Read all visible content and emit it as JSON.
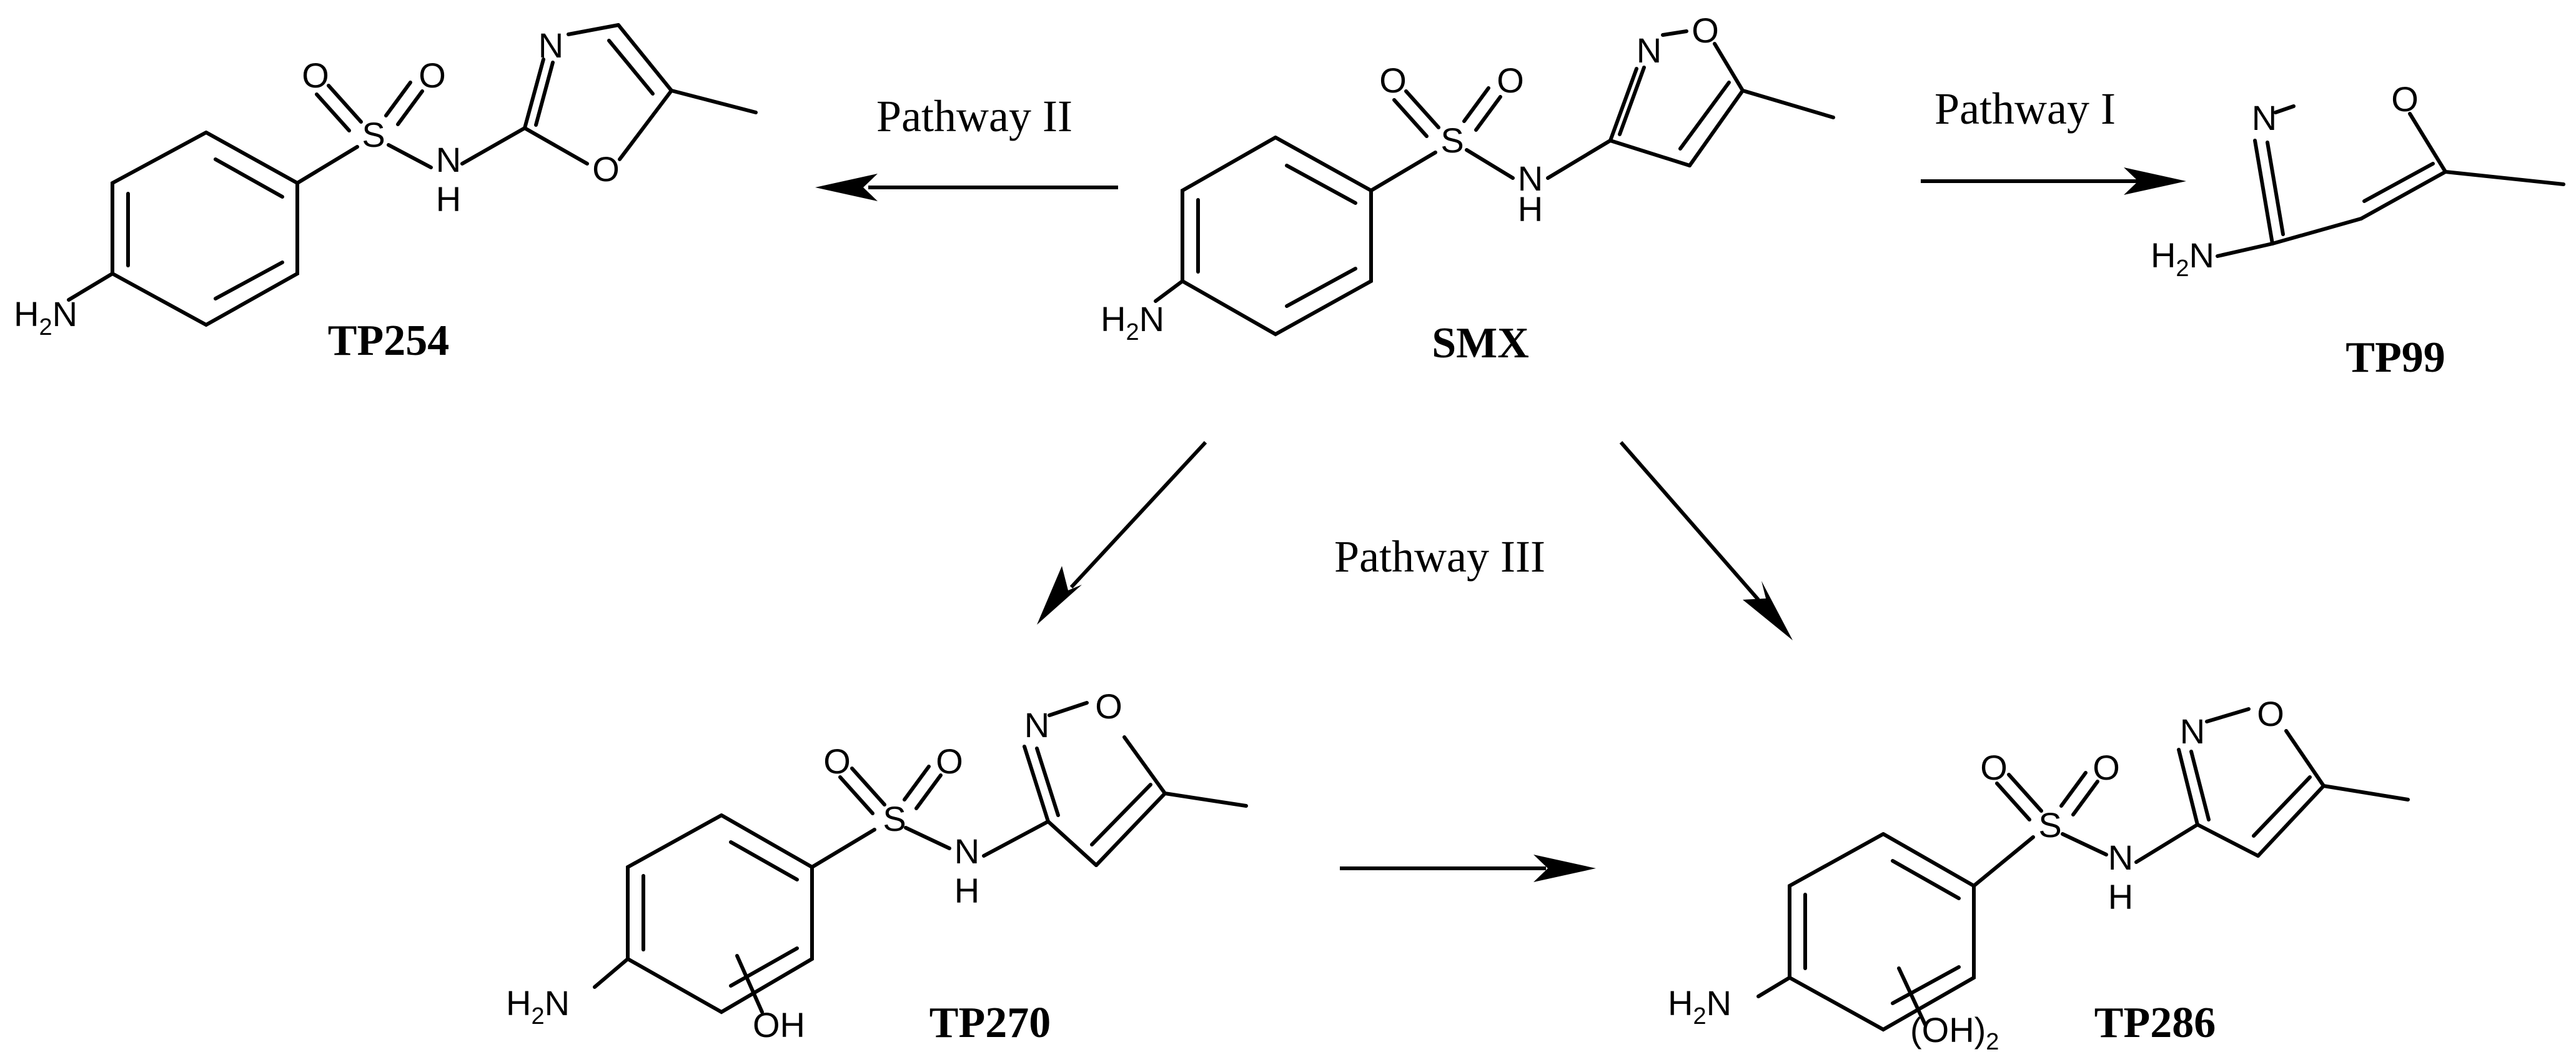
{
  "figure": {
    "compounds": {
      "smx": {
        "name": "SMX",
        "n_label": "N",
        "o_label": "O",
        "nh_n": "N",
        "nh_h": "H",
        "s_label": "S",
        "o1_label": "O",
        "o2_label": "O",
        "h2n_h": "H",
        "h2n_sub": "2",
        "h2n_n": "N"
      },
      "tp254": {
        "name": "TP254",
        "n_label": "N",
        "o_label": "O",
        "nh_n": "N",
        "nh_h": "H",
        "s_label": "S",
        "o1_label": "O",
        "o2_label": "O",
        "h2n_h": "H",
        "h2n_sub": "2",
        "h2n_n": "N"
      },
      "tp99": {
        "name": "TP99",
        "n_label": "N",
        "o_label": "O",
        "h2n_h": "H",
        "h2n_sub": "2",
        "h2n_n": "N"
      },
      "tp270": {
        "name": "TP270",
        "n_label": "N",
        "o_label": "O",
        "nh_n": "N",
        "nh_h": "H",
        "s_label": "S",
        "o1_label": "O",
        "o2_label": "O",
        "h2n_h": "H",
        "h2n_sub": "2",
        "h2n_n": "N",
        "oh_label": "OH"
      },
      "tp286": {
        "name": "TP286",
        "n_label": "N",
        "o_label": "O",
        "nh_n": "N",
        "nh_h": "H",
        "s_label": "S",
        "o1_label": "O",
        "o2_label": "O",
        "h2n_h": "H",
        "h2n_sub": "2",
        "h2n_n": "N",
        "oh2_label": "(OH)",
        "oh2_sub": "2"
      }
    },
    "pathways": {
      "pathway_1": "Pathway I",
      "pathway_2": "Pathway II",
      "pathway_3": "Pathway III"
    }
  }
}
